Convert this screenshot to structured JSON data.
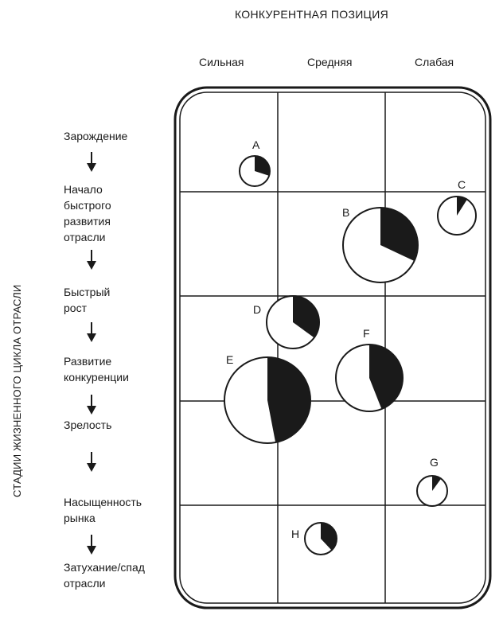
{
  "header": {
    "title": "КОНКУРЕНТНАЯ ПОЗИЦИЯ"
  },
  "columns": [
    "Сильная",
    "Средняя",
    "Слабая"
  ],
  "side_title": "СТАДИИ ЖИЗНЕННОГО ЦИКЛА ОТРАСЛИ",
  "stages": [
    "Зарождение",
    "Начало\nбыстрого\nразвития\nотрасли",
    "Быстрый\nрост",
    "Развитие\nконкуренции",
    "Зрелость",
    "Насыщенность\nрынка",
    "Затухание/спад\nотрасли"
  ],
  "bubbles": [
    {
      "label": "A",
      "share": 0.3
    },
    {
      "label": "B",
      "share": 0.32
    },
    {
      "label": "C",
      "share": 0.09
    },
    {
      "label": "D",
      "share": 0.35
    },
    {
      "label": "E",
      "share": 0.47
    },
    {
      "label": "F",
      "share": 0.44
    },
    {
      "label": "G",
      "share": 0.1
    },
    {
      "label": "H",
      "share": 0.38
    }
  ],
  "colors": {
    "ink": "#1a1a1a",
    "fill": "#ffffff"
  }
}
